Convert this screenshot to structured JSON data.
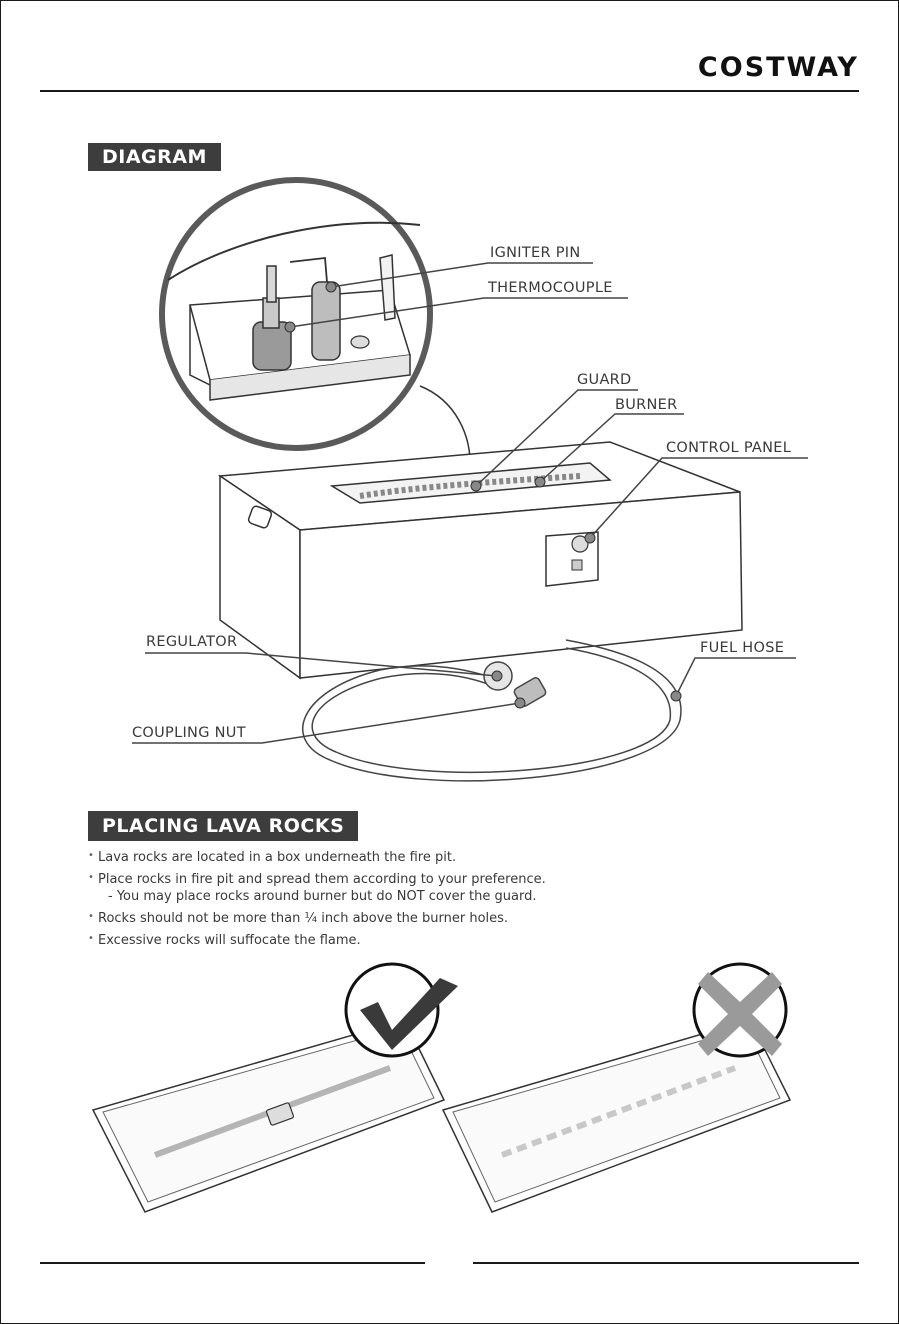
{
  "brand": {
    "name": "COSTWAY"
  },
  "diagram": {
    "heading": "DIAGRAM",
    "labels": {
      "igniter_pin": "IGNITER PIN",
      "thermocouple": "THERMOCOUPLE",
      "guard": "GUARD",
      "burner": "BURNER",
      "control_panel": "CONTROL PANEL",
      "regulator": "REGULATOR",
      "fuel_hose": "FUEL HOSE",
      "coupling_nut": "COUPLING NUT"
    }
  },
  "lava_rocks": {
    "heading": "PLACING LAVA ROCKS",
    "bullets": [
      "Lava rocks are located in a box underneath the fire pit.",
      "Place rocks in fire pit and spread them according to your preference.",
      "- You may place rocks around burner but do NOT cover the guard.",
      "Rocks should not be more than ¼ inch above the burner holes.",
      "Excessive rocks will suffocate the flame."
    ]
  },
  "colors": {
    "heading_bg": "#3d3d3d",
    "line": "#1a1a1a",
    "correct": "#3a3a3a",
    "incorrect": "#9a9a9a"
  },
  "icons": {
    "correct": "checkmark-icon",
    "incorrect": "cross-icon"
  }
}
